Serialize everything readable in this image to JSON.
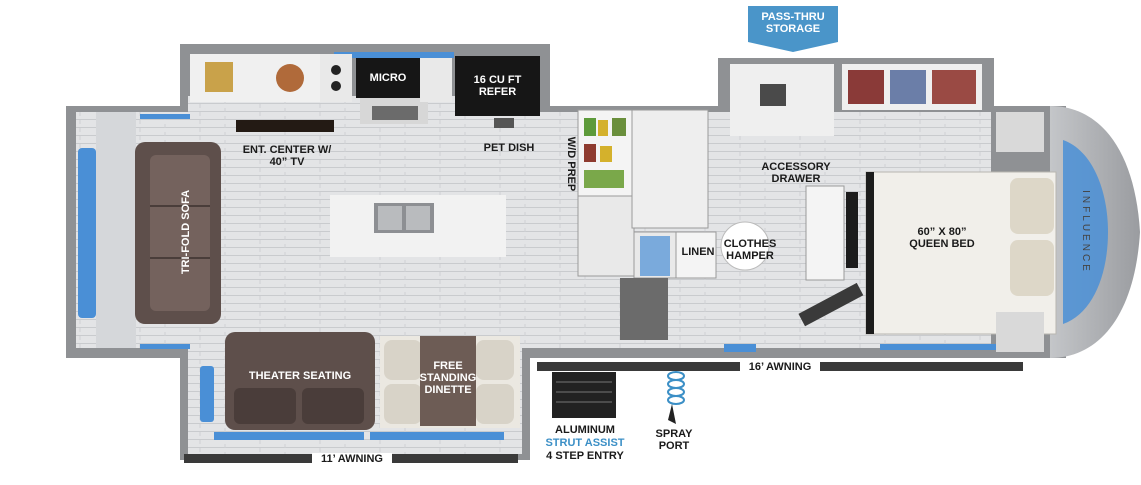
{
  "labels": {
    "pass_thru_storage": "PASS-THRU\nSTORAGE",
    "micro": "MICRO",
    "refer": "16 CU FT\nREFER",
    "ent_center": "ENT. CENTER w/\n40” TV",
    "pet_dish": "PET DISH",
    "wd_prep": "W/D PREP",
    "accessory_drawer": "ACCESSORY\nDRAWER",
    "tri_fold_sofa": "TRI-FOLD SOFA",
    "queen_bed": "60” x 80”\nQUEEN BED",
    "linen": "LINEN",
    "clothes_hamper": "CLOTHES\nHAMPER",
    "theater_seating": "THEATER SEATING",
    "dinette": "FREE\nSTANDING\nDINETTE",
    "awning_16": "16’ AWNING",
    "awning_11": "11’ AWNING",
    "entry_line1": "ALUMINUM",
    "entry_line2": "STRUT ASSIST",
    "entry_line3": "4 STEP ENTRY",
    "spray_port": "SPRAY\nPORT",
    "cap_text": "INFLUENCE"
  },
  "colors": {
    "wall": "#8f9194",
    "floor": "#e2e3e5",
    "window": "#4a8fd6",
    "furniture_dark": "#5e4f4b",
    "counter": "#f2f2f2",
    "badge": "#4a95c9",
    "accent_blue": "#3b8fc6",
    "appliance_black": "#161616"
  }
}
